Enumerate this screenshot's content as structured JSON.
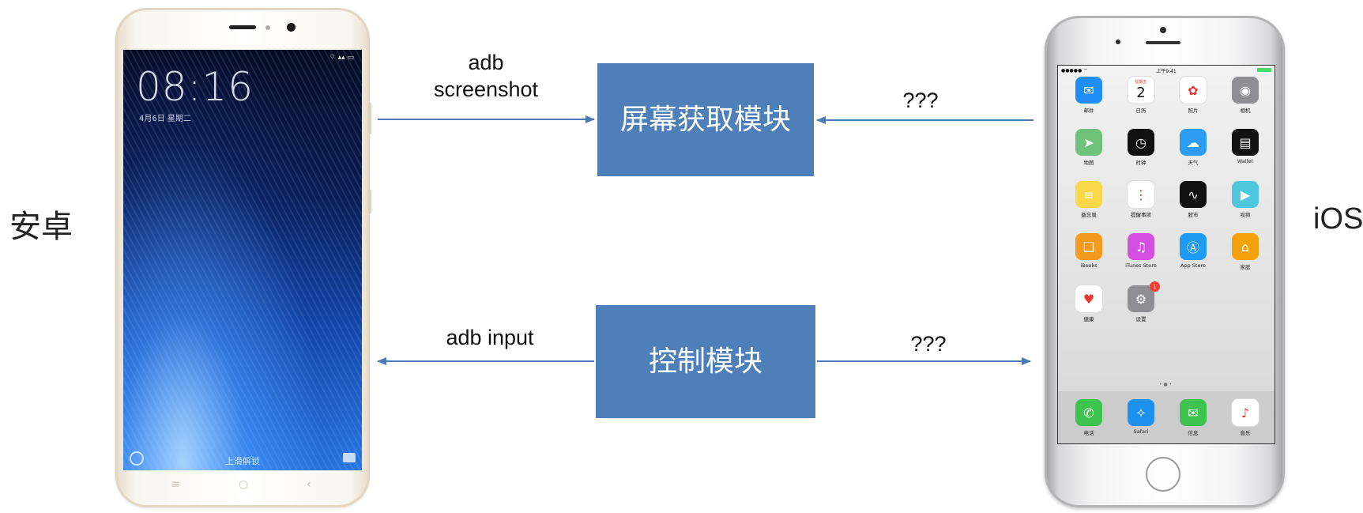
{
  "left_device": {
    "label": "安卓",
    "screen": {
      "time": "08:16",
      "date": "4月6日 星期二",
      "unlock_text": "上滑解锁"
    }
  },
  "right_device": {
    "label": "iOS",
    "screen": {
      "status_time": "上午9:41",
      "calendar": {
        "weekday": "星期五",
        "day": "2"
      },
      "apps": [
        {
          "name": "邮件",
          "icon": "mail-icon",
          "color": "#1e8ef6",
          "glyph": "✉"
        },
        {
          "name": "日历",
          "icon": "calendar-icon",
          "color": "#ffffff",
          "glyph": ""
        },
        {
          "name": "照片",
          "icon": "photos-icon",
          "color": "#ffffff",
          "glyph": "✿"
        },
        {
          "name": "相机",
          "icon": "camera-icon",
          "color": "#8e8e93",
          "glyph": "◉"
        },
        {
          "name": "地图",
          "icon": "maps-icon",
          "color": "#6fc27a",
          "glyph": "➤"
        },
        {
          "name": "时钟",
          "icon": "clock-icon",
          "color": "#111111",
          "glyph": "◷"
        },
        {
          "name": "天气",
          "icon": "weather-icon",
          "color": "#2f9cf3",
          "glyph": "☁"
        },
        {
          "name": "Wallet",
          "icon": "wallet-icon",
          "color": "#111111",
          "glyph": "▤"
        },
        {
          "name": "备忘录",
          "icon": "notes-icon",
          "color": "#fbd74a",
          "glyph": "≡"
        },
        {
          "name": "提醒事项",
          "icon": "reminders-icon",
          "color": "#ffffff",
          "glyph": "⋮"
        },
        {
          "name": "股市",
          "icon": "stocks-icon",
          "color": "#111111",
          "glyph": "∿"
        },
        {
          "name": "视频",
          "icon": "videos-icon",
          "color": "#4ec7dd",
          "glyph": "▶"
        },
        {
          "name": "iBooks",
          "icon": "ibooks-icon",
          "color": "#f39a1f",
          "glyph": "❑"
        },
        {
          "name": "iTunes Store",
          "icon": "itunes-icon",
          "color": "#d24fe0",
          "glyph": "♫"
        },
        {
          "name": "App Store",
          "icon": "appstore-icon",
          "color": "#1e9bf0",
          "glyph": "Ⓐ"
        },
        {
          "name": "家庭",
          "icon": "home-icon",
          "color": "#f4a20c",
          "glyph": "⌂"
        },
        {
          "name": "健康",
          "icon": "health-icon",
          "color": "#ffffff",
          "glyph": "♥"
        },
        {
          "name": "设置",
          "icon": "settings-icon",
          "color": "#8e8e93",
          "glyph": "⚙",
          "badge": "1"
        }
      ],
      "dock": [
        {
          "name": "电话",
          "icon": "phone-icon",
          "color": "#3fc34f",
          "glyph": "✆"
        },
        {
          "name": "Safari",
          "icon": "safari-icon",
          "color": "#1e90f0",
          "glyph": "✧"
        },
        {
          "name": "信息",
          "icon": "messages-icon",
          "color": "#3fc34f",
          "glyph": "✉"
        },
        {
          "name": "音乐",
          "icon": "music-icon",
          "color": "#ffffff",
          "glyph": "♪"
        }
      ]
    }
  },
  "modules": {
    "screen": "屏幕获取模块",
    "control": "控制模块"
  },
  "edges": {
    "adb_screenshot": "adb\nscreenshot",
    "ios_screenshot": "???",
    "adb_input": "adb input",
    "ios_control": "???"
  },
  "colors": {
    "module_fill": "#4e7fb8",
    "arrow": "#4a7ab8"
  }
}
